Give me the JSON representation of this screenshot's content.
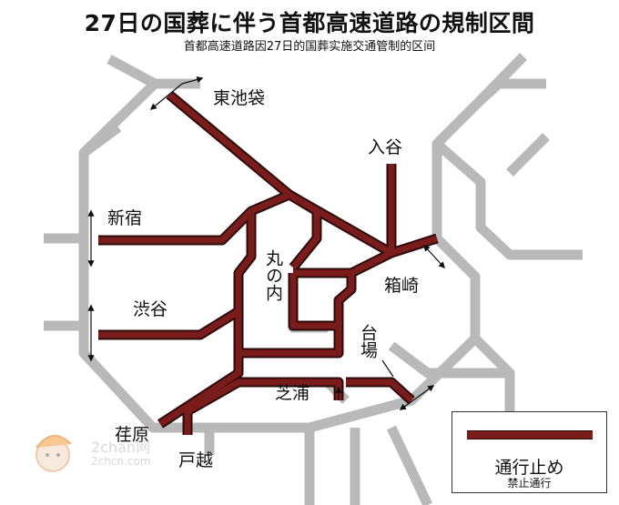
{
  "title": "27日の国葬に伴う首都高速道路の規制区間",
  "subtitle": "首都高速道路因27日的国葬实施交通管制的区间",
  "places": {
    "higashi_ikebukuro": "東池袋",
    "iriya": "入谷",
    "shinjuku": "新宿",
    "marunouchi": "丸の内",
    "hakozaki": "箱崎",
    "shibuya": "渋谷",
    "daiba": "台場",
    "shibaura": "芝浦",
    "ebara": "荏原",
    "togoshi": "戸越"
  },
  "legend": {
    "label": "通行止め",
    "sublabel": "禁止通行"
  },
  "watermark": {
    "line1": "2chan网",
    "line2": "2chcn.com"
  },
  "colors": {
    "road": "#b9b9b9",
    "closed_route": "#7a1c1c",
    "background": "#ffffff",
    "text": "#111111"
  }
}
